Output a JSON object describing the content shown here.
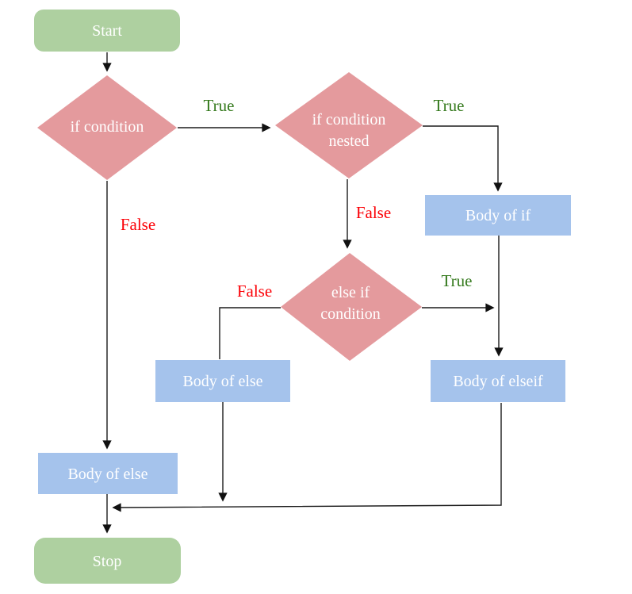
{
  "diagram": {
    "type": "flowchart",
    "description": "Nested if / else-if / else control-flow chart",
    "colors": {
      "terminator_fill": "#aed0a0",
      "decision_fill": "#e49a9d",
      "process_fill": "#a5c3ec",
      "true_label": "#34791c",
      "false_label": "#fb0006",
      "line": "#1b1b1b",
      "node_text": "#ffffff"
    },
    "nodes": {
      "start": {
        "label": "Start"
      },
      "if_condition": {
        "label": "if condition"
      },
      "if_condition_nested": {
        "line1": "if condition",
        "line2": "nested"
      },
      "body_of_if": {
        "label": "Body of if"
      },
      "else_if_condition": {
        "line1": "else if",
        "line2": "condition"
      },
      "body_of_else_mid": {
        "label": "Body of else"
      },
      "body_of_elseif": {
        "label": "Body of elseif"
      },
      "body_of_else_left": {
        "label": "Body of else"
      },
      "stop": {
        "label": "Stop"
      }
    },
    "edge_labels": {
      "if_true": "True",
      "nested_true": "True",
      "elseif_true": "True",
      "if_false": "False",
      "nested_false": "False",
      "elseif_false": "False"
    }
  }
}
